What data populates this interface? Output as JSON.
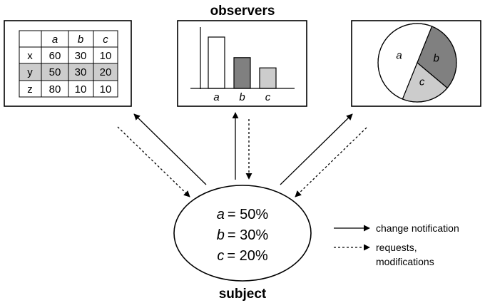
{
  "observers_label": "observers",
  "subject_label": "subject",
  "table": {
    "headers": [
      "",
      "a",
      "b",
      "c"
    ],
    "rows": [
      {
        "label": "x",
        "a": "60",
        "b": "30",
        "c": "10"
      },
      {
        "label": "y",
        "a": "50",
        "b": "30",
        "c": "20",
        "highlighted": true
      },
      {
        "label": "z",
        "a": "80",
        "b": "10",
        "c": "10"
      }
    ]
  },
  "bar_chart": {
    "categories": [
      "a",
      "b",
      "c"
    ],
    "values": [
      50,
      30,
      20
    ],
    "fills": [
      "#ffffff",
      "#808080",
      "#cccccc"
    ]
  },
  "pie_chart": {
    "slices": [
      {
        "label": "a",
        "value": 50,
        "fill": "#ffffff"
      },
      {
        "label": "b",
        "value": 30,
        "fill": "#808080"
      },
      {
        "label": "c",
        "value": 20,
        "fill": "#cccccc"
      }
    ]
  },
  "subject": {
    "lines": [
      {
        "var": "a",
        "value": "= 50%"
      },
      {
        "var": "b",
        "value": "= 30%"
      },
      {
        "var": "c",
        "value": "= 20%"
      }
    ]
  },
  "legend": {
    "solid_label": "change notification",
    "dashed_line1": "requests,",
    "dashed_line2": "modifications"
  },
  "colors": {
    "highlight_row": "#cccccc",
    "stroke": "#000000"
  }
}
